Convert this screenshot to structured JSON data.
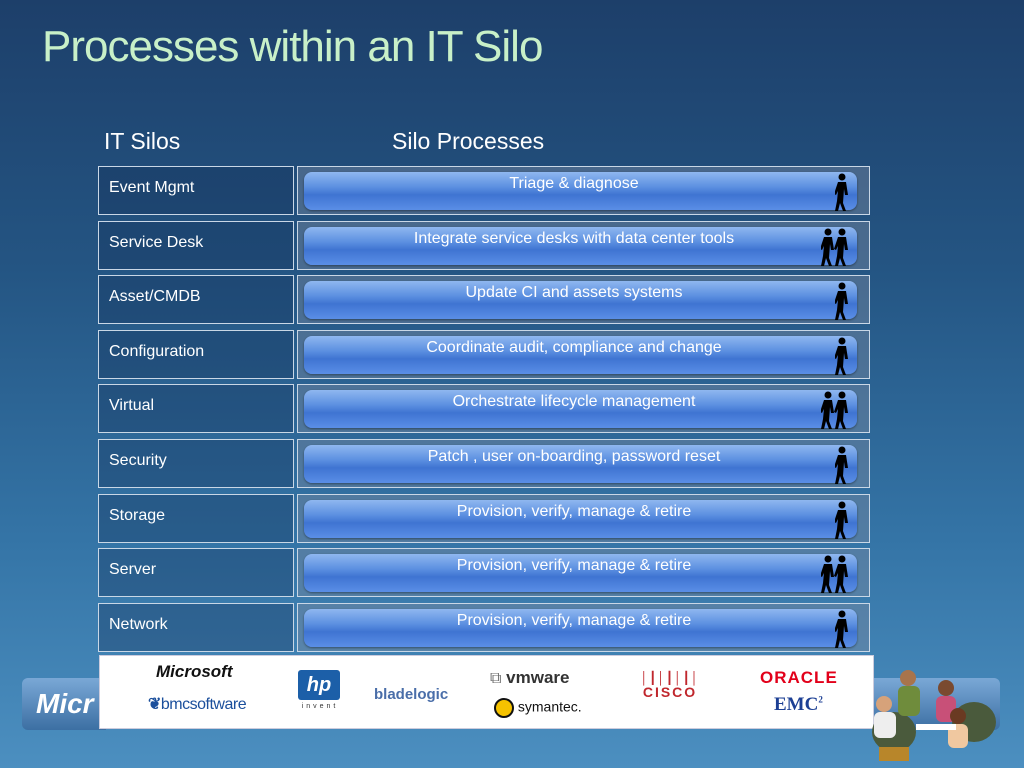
{
  "slide": {
    "title": "Processes within an IT Silo",
    "col_silos": "IT  Silos",
    "col_processes": "Silo Processes",
    "footer_brand": "Micr"
  },
  "rows": [
    {
      "silo": "Event Mgmt",
      "process": "Triage & diagnose",
      "people": 1
    },
    {
      "silo": "Service Desk",
      "process": "Integrate service desks with data center tools",
      "people": 2
    },
    {
      "silo": "Asset/CMDB",
      "process": "Update CI and assets systems",
      "people": 1
    },
    {
      "silo": "Configuration",
      "process": "Coordinate audit, compliance and change",
      "people": 1
    },
    {
      "silo": "Virtual",
      "process": "Orchestrate lifecycle management",
      "people": 2
    },
    {
      "silo": "Security",
      "process": "Patch , user on-boarding, password reset",
      "people": 1
    },
    {
      "silo": "Storage",
      "process": "Provision, verify, manage & retire",
      "people": 1
    },
    {
      "silo": "Server",
      "process": "Provision, verify, manage & retire",
      "people": 2
    },
    {
      "silo": "Network",
      "process": "Provision, verify, manage & retire",
      "people": 1
    }
  ],
  "logos": {
    "microsoft": "Microsoft",
    "bmc": "bmcsoftware",
    "hp": "hp",
    "hp_tag": "invent",
    "bladelogic": "bladelogic",
    "vmware": "vmware",
    "symantec": "symantec.",
    "cisco": "CISCO",
    "oracle": "ORACLE",
    "emc": "EMC"
  },
  "colors": {
    "title": "#c8f0c8",
    "bar": "#4a80d8",
    "oracle": "#e2001a",
    "emc": "#1c3f94"
  }
}
